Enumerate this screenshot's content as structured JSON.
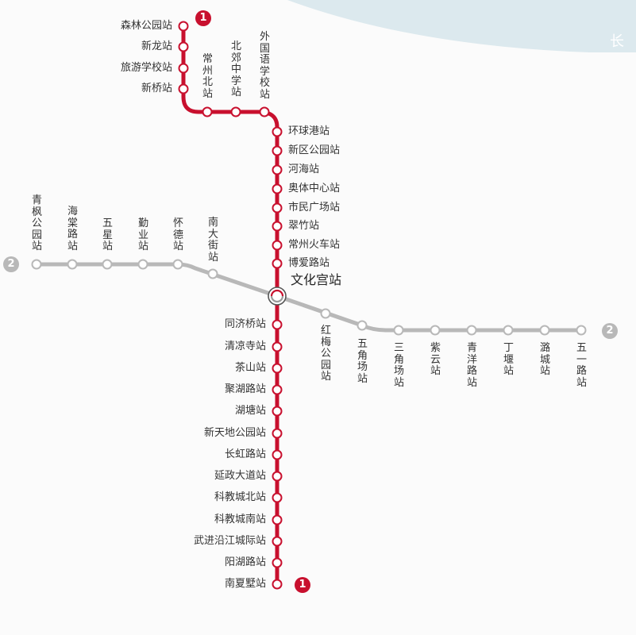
{
  "river_label": "长",
  "colors": {
    "line1": "#c8102e",
    "line2": "#b8b8b8",
    "river": "#dce9ee"
  },
  "line1": {
    "badge": "1",
    "stations": [
      "森林公园站",
      "新龙站",
      "旅游学校站",
      "新桥站",
      "常州北站",
      "北郊中学站",
      "外国语学校站",
      "环球港站",
      "新区公园站",
      "河海站",
      "奥体中心站",
      "市民广场站",
      "翠竹站",
      "常州火车站",
      "博爱路站",
      "文化宫站",
      "同济桥站",
      "清凉寺站",
      "茶山站",
      "聚湖路站",
      "湖塘站",
      "新天地公园站",
      "长虹路站",
      "延政大道站",
      "科教城北站",
      "科教城南站",
      "武进沿江城际站",
      "阳湖路站",
      "南夏墅站"
    ]
  },
  "line2": {
    "badge": "2",
    "stations": [
      "青枫公园站",
      "海棠路站",
      "五星站",
      "勤业站",
      "怀德站",
      "南大街站",
      "文化宫站",
      "红梅公园站",
      "五角场站",
      "三角场站",
      "紫云站",
      "青洋路站",
      "丁堰站",
      "潞城站",
      "五一路站"
    ]
  },
  "transfer": "文化宫站"
}
